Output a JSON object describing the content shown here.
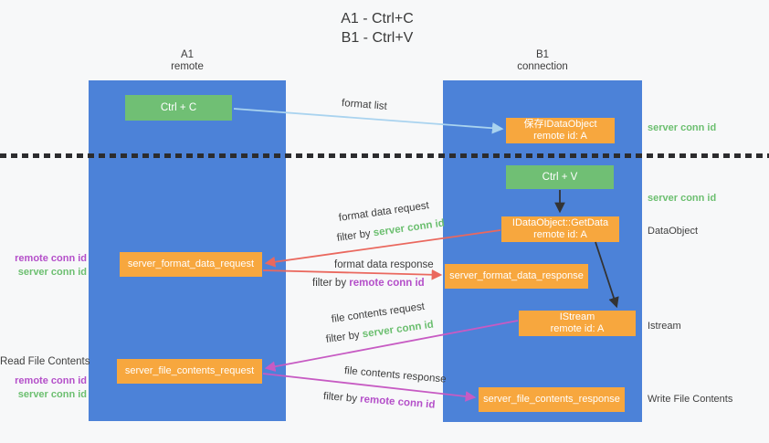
{
  "title": {
    "line1": "A1 - Ctrl+C",
    "line2": "B1 - Ctrl+V"
  },
  "columns": {
    "a1": {
      "name": "A1",
      "subtitle": "remote"
    },
    "b1": {
      "name": "B1",
      "subtitle": "connection"
    }
  },
  "nodes": {
    "ctrl_c": "Ctrl + C",
    "ctrl_v": "Ctrl + V",
    "save_idataobject": {
      "line1": "保存IDataObject",
      "line2": "remote id: A"
    },
    "getdata": {
      "line1": "IDataObject::GetData",
      "line2": "remote id: A"
    },
    "istream": {
      "line1": "IStream",
      "line2": "remote id: A"
    },
    "format_request": "server_format_data_request",
    "format_response": "server_format_data_response",
    "file_request": "server_file_contents_request",
    "file_response": "server_file_contents_response"
  },
  "arrow_labels": {
    "format_list": "format list",
    "format_data_request": "format data request",
    "format_data_response": "format data response",
    "file_contents_request": "file contents request",
    "file_contents_response": "file contents response",
    "filter_by": "filter by ",
    "server_conn_id": "server conn id",
    "remote_conn_id": "remote conn id"
  },
  "side_labels": {
    "left_top": {
      "remote": "remote conn id",
      "server": "server conn id"
    },
    "read_file_contents": "Read File Contents",
    "left_bottom": {
      "remote": "remote conn id",
      "server": "server conn id"
    },
    "right_server_conn_top": "server conn id",
    "right_server_conn_mid": "server conn id",
    "dataobject": "DataObject",
    "istream": "Istream",
    "write_file_contents": "Write File Contents"
  },
  "colors": {
    "lifeline_blue": "#4c82d8",
    "node_green": "#70bf74",
    "node_orange": "#f7a73e",
    "arrow_light_blue": "#a9d3ef",
    "arrow_red": "#ea685e",
    "arrow_magenta": "#c75bc3",
    "arrow_black": "#333333",
    "text_green": "#6cbf70",
    "text_purple": "#b44fc9",
    "text_dark": "#3d3d3d",
    "background": "#f7f8f9"
  }
}
